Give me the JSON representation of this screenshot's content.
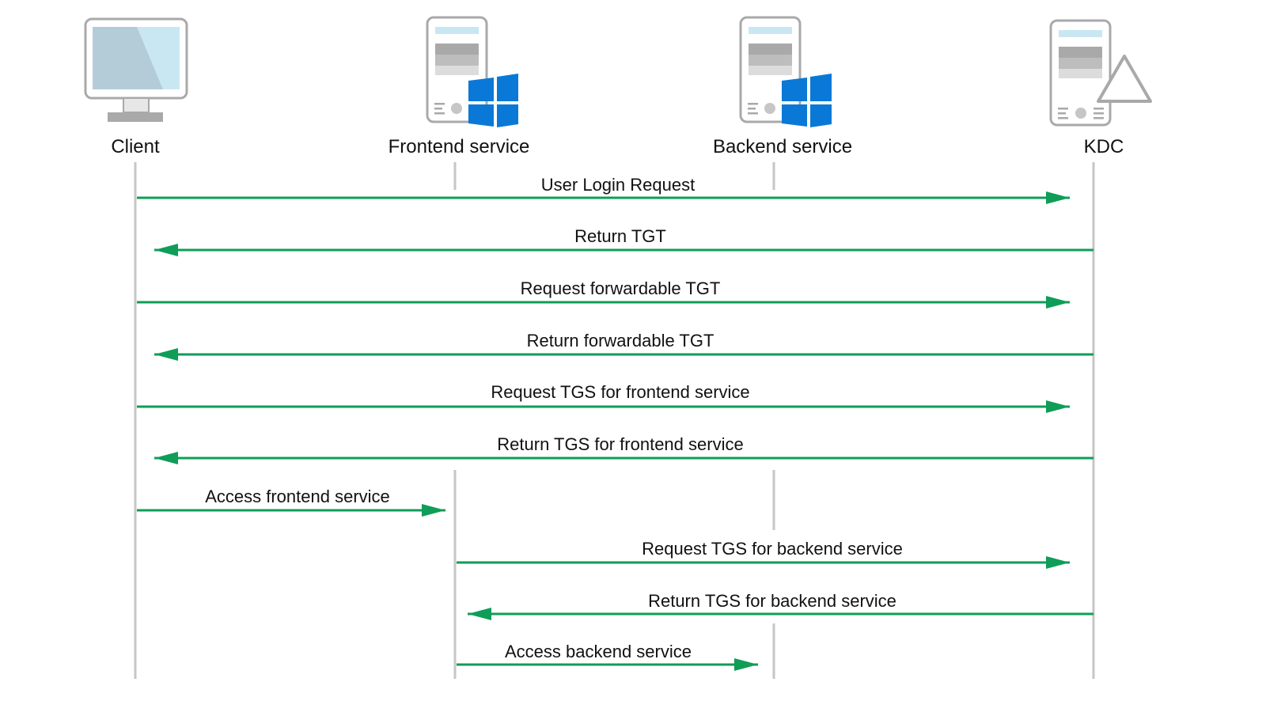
{
  "colors": {
    "arrow": "#0f9d58",
    "lifeline": "#c6c6c6",
    "device_outline": "#a9a9a9",
    "screen_light": "#c9e7f2",
    "screen_dark": "#b4ccd8",
    "windows_blue": "#0a78d7"
  },
  "actors": [
    {
      "id": "client",
      "label": "Client",
      "icon": "monitor-icon"
    },
    {
      "id": "frontend",
      "label": "Frontend service",
      "icon": "windows-server-icon"
    },
    {
      "id": "backend",
      "label": "Backend service",
      "icon": "windows-server-icon"
    },
    {
      "id": "kdc",
      "label": "KDC",
      "icon": "triangle-server-icon"
    }
  ],
  "messages": [
    {
      "label": "User Login Request",
      "from": "client",
      "to": "kdc"
    },
    {
      "label": "Return TGT",
      "from": "kdc",
      "to": "client"
    },
    {
      "label": "Request forwardable TGT",
      "from": "client",
      "to": "kdc"
    },
    {
      "label": "Return forwardable TGT",
      "from": "kdc",
      "to": "client"
    },
    {
      "label": "Request TGS for frontend service",
      "from": "client",
      "to": "kdc"
    },
    {
      "label": "Return TGS for frontend service",
      "from": "kdc",
      "to": "client"
    },
    {
      "label": "Access frontend service",
      "from": "client",
      "to": "frontend"
    },
    {
      "label": "Request TGS for backend service",
      "from": "frontend",
      "to": "kdc"
    },
    {
      "label": "Return TGS for backend service",
      "from": "kdc",
      "to": "frontend"
    },
    {
      "label": "Access backend service",
      "from": "frontend",
      "to": "backend"
    }
  ]
}
